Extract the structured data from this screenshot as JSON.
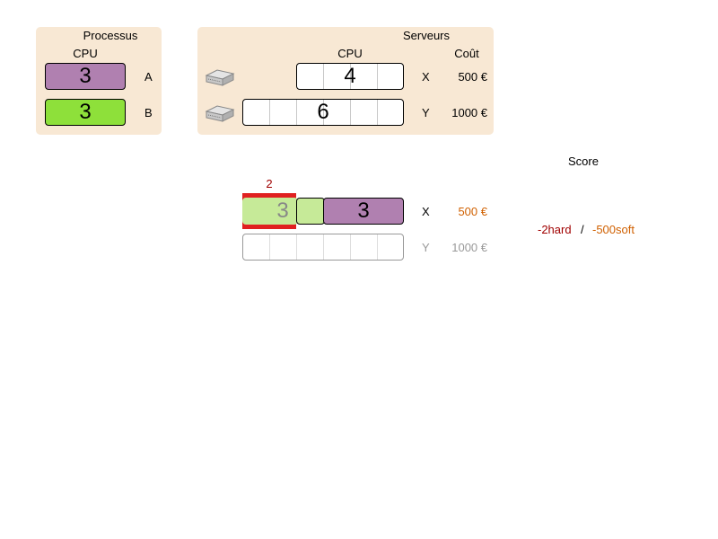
{
  "processes": {
    "title": "Processus",
    "cpu_header": "CPU",
    "items": [
      {
        "name": "A",
        "cpu": "3",
        "color": "#b080b0"
      },
      {
        "name": "B",
        "cpu": "3",
        "color": "#8ee03a"
      }
    ]
  },
  "servers": {
    "title": "Serveurs",
    "cpu_header": "CPU",
    "cost_header": "Coût",
    "icon": "server-icon",
    "items": [
      {
        "name": "X",
        "cpu": "4",
        "cost": "500 €"
      },
      {
        "name": "Y",
        "cpu": "6",
        "cost": "1000 €"
      }
    ]
  },
  "assignment": {
    "overload_label": "2",
    "overload_color": "#e02020",
    "rows": [
      {
        "server": "X",
        "cost": "500 €",
        "cost_color": "#d06000",
        "blocks": [
          {
            "process": "B",
            "cpu": "3"
          },
          {
            "process": "A",
            "cpu": "3"
          }
        ]
      },
      {
        "server": "Y",
        "cost": "1000 €",
        "cost_color": "#999999",
        "blocks": []
      }
    ]
  },
  "score": {
    "title": "Score",
    "hard": "-2hard",
    "hard_color": "#a00000",
    "separator": "/",
    "soft": "-500soft",
    "soft_color": "#d06000"
  }
}
